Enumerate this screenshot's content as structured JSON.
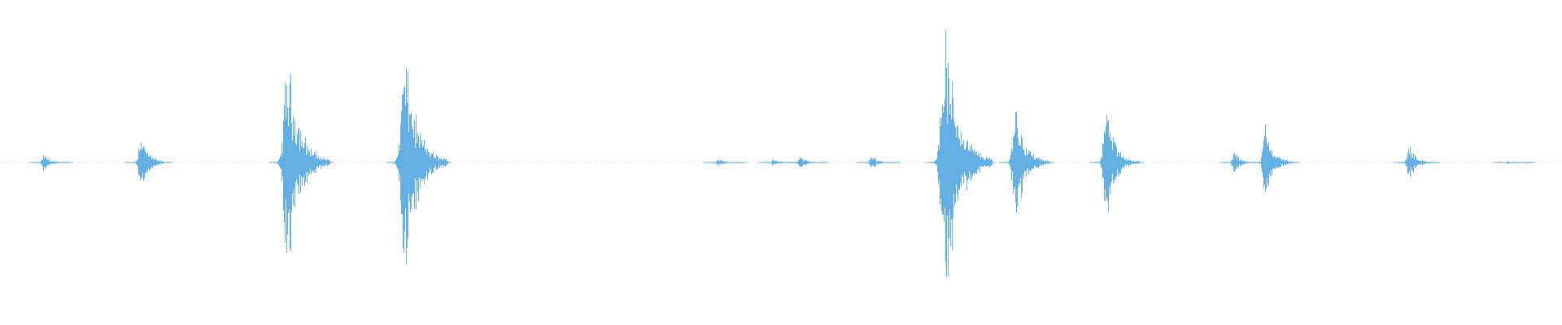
{
  "chart_data": {
    "type": "area",
    "title": "",
    "xlabel": "",
    "ylabel": "",
    "grid": false,
    "legend": "none",
    "color": "#64afe4",
    "ylim": [
      -1,
      1
    ],
    "xlim": [
      0,
      1
    ],
    "series": [
      {
        "values_description_free": true,
        "bursts": [
          {
            "t": 0.028,
            "amp": 0.06
          },
          {
            "t": 0.09,
            "amp": 0.22
          },
          {
            "t": 0.184,
            "amp": 0.78
          },
          {
            "t": 0.259,
            "amp": 0.8
          },
          {
            "t": 0.46,
            "amp": 0.03
          },
          {
            "t": 0.495,
            "amp": 0.03
          },
          {
            "t": 0.512,
            "amp": 0.05
          },
          {
            "t": 0.558,
            "amp": 0.06
          },
          {
            "t": 0.605,
            "amp": 0.95
          },
          {
            "t": 0.65,
            "amp": 0.45
          },
          {
            "t": 0.708,
            "amp": 0.42
          },
          {
            "t": 0.79,
            "amp": 0.08
          },
          {
            "t": 0.81,
            "amp": 0.28
          },
          {
            "t": 0.902,
            "amp": 0.14
          },
          {
            "t": 0.965,
            "amp": 0.01
          }
        ]
      }
    ]
  }
}
